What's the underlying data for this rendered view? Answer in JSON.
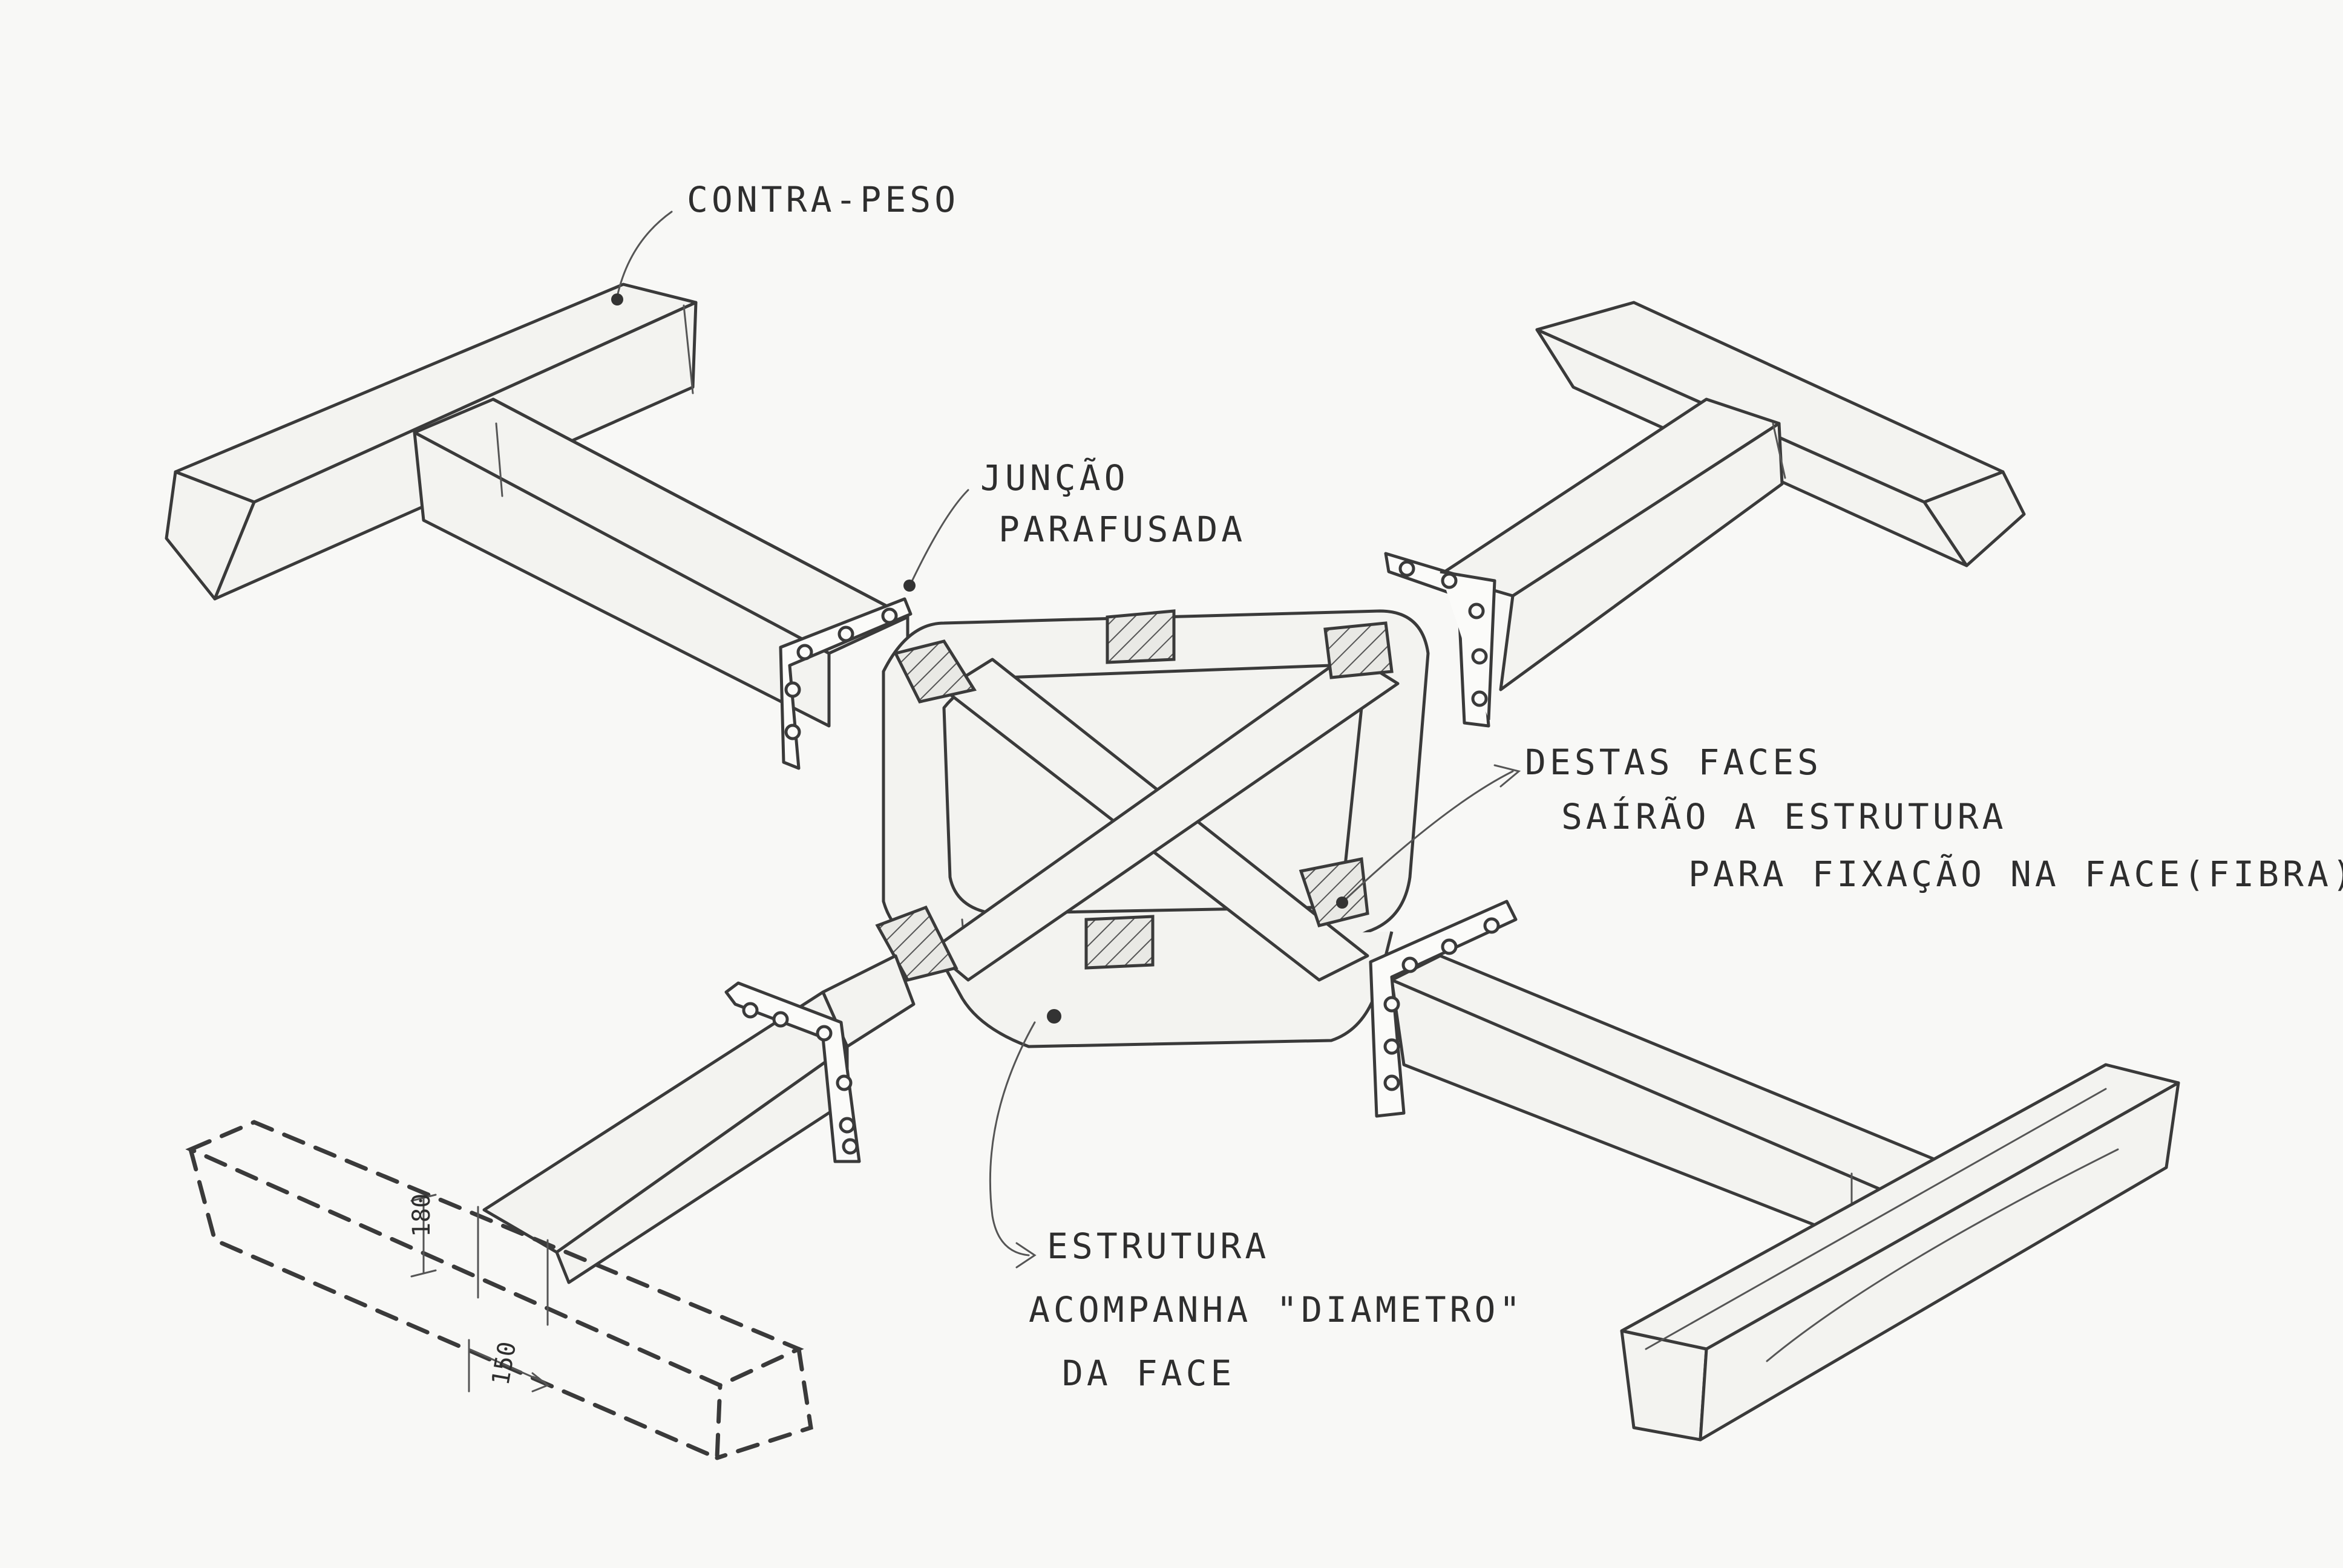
{
  "diagram": {
    "labels": {
      "contra_peso": "CONTRA-PESO",
      "juncao_line1": "JUNÇÃO",
      "juncao_line2": "PARAFUSADA",
      "destas_line1": "DESTAS FACES",
      "destas_line2": "SAÍRÃO A ESTRUTURA",
      "destas_line3": "PARA FIXAÇÃO NA FACE(FIBRA)",
      "estrutura_line1": "ESTRUTURA",
      "estrutura_line2": "ACOMPANHA \"DIAMETRO\"",
      "estrutura_line3": "DA FACE"
    },
    "dimensions": {
      "height": "180",
      "width": "150"
    },
    "colors": {
      "paper": "#f8f8f6",
      "ink": "#3a3a3a"
    }
  }
}
